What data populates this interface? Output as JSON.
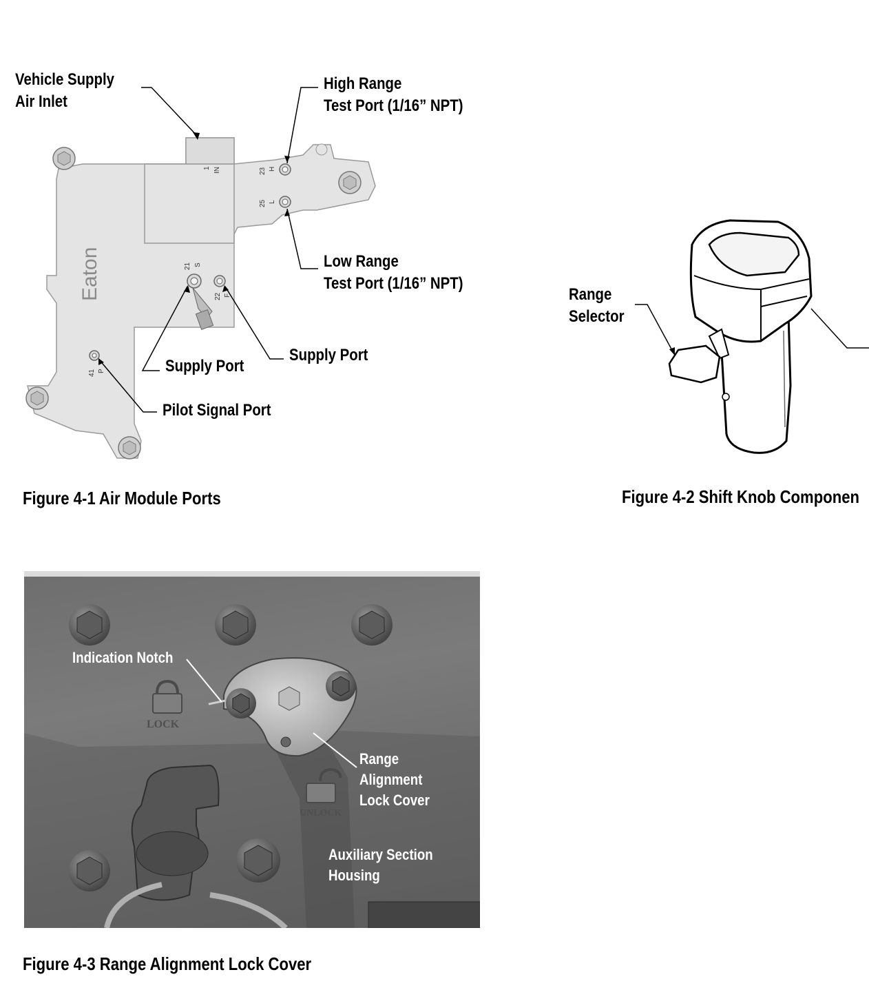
{
  "figure1": {
    "caption": "Figure 4-1 Air Module Ports",
    "brand": "Eaton",
    "labels": {
      "vehicle_supply_line1": "Vehicle Supply",
      "vehicle_supply_line2": "Air Inlet",
      "high_range_line1": "High Range",
      "high_range_line2": "Test Port (1/16” NPT)",
      "low_range_line1": "Low Range",
      "low_range_line2": "Test Port (1/16” NPT)",
      "supply_port_left": "Supply Port",
      "supply_port_right": "Supply Port",
      "pilot_signal_port": "Pilot Signal Port"
    },
    "port_marks": {
      "in_num": "1",
      "in_code": "IN",
      "h_num": "23",
      "h_code": "H",
      "l_num": "25",
      "l_code": "L",
      "s_num": "21",
      "s_code": "S",
      "f_num": "22",
      "f_code": "F",
      "p_num": "41",
      "p_code": "P"
    }
  },
  "figure2": {
    "caption": "Figure 4-2 Shift Knob Componen",
    "labels": {
      "range_selector_line1": "Range",
      "range_selector_line2": "Selector"
    }
  },
  "figure3": {
    "caption": "Figure 4-3 Range Alignment Lock Cover",
    "labels": {
      "indication_notch": "Indication Notch",
      "range_line1": "Range",
      "range_line2": "Alignment",
      "range_line3": "Lock Cover",
      "aux_line1": "Auxiliary Section",
      "aux_line2": "Housing",
      "lock": "LOCK",
      "unlock": "UNLOCK"
    }
  }
}
